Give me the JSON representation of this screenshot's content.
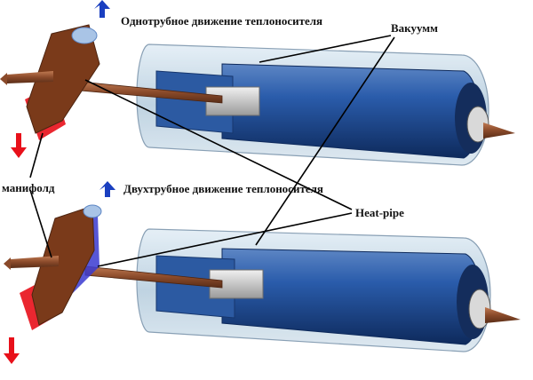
{
  "labels": {
    "single_pipe": "Однотрубное движение теплоносителя",
    "vacuum": "Вакуумм",
    "manifold": "манифолд",
    "double_pipe": "Двухтрубное движение теплоносителя",
    "heat_pipe": "Heat-pipe"
  },
  "colors": {
    "glass": "#c9dbe8",
    "absorber": "#1f4f9a",
    "absorber_dark": "#0f2f66",
    "copper": "#8a4a2a",
    "hot": "#e8101a",
    "cold": "#1a3fc0",
    "fin": "#c8c8c8"
  }
}
